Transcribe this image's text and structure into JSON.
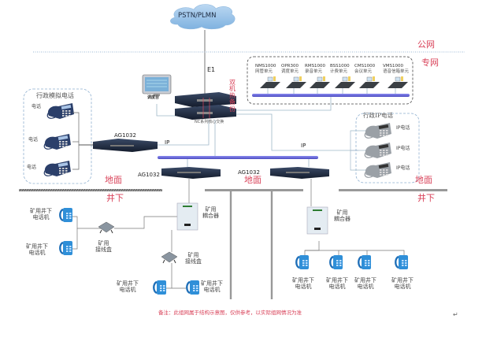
{
  "cloud": {
    "label": "PSTN/PLMN"
  },
  "links": {
    "e1": "E1",
    "ip_left": "IP",
    "ip_right": "IP"
  },
  "zones": {
    "public_net": "公网",
    "private_net": "专网",
    "ground_left": "地面",
    "ground_center": "地面",
    "ground_right": "地面",
    "underground_left": "井下",
    "underground_right": "井下"
  },
  "private_units": [
    {
      "model": "NMS1000",
      "name": "网管单元"
    },
    {
      "model": "OPR300",
      "name": "调度单元"
    },
    {
      "model": "RMS1000",
      "name": "录音单元"
    },
    {
      "model": "BSS1000",
      "name": "计费单元"
    },
    {
      "model": "CMS1000",
      "name": "会议单元"
    },
    {
      "model": "VMS1000",
      "name": "语音信箱单元"
    }
  ],
  "core": {
    "dispatch_console": "调度台",
    "switch_label": "NC系列核心交换",
    "backup_label": "双机热备份"
  },
  "admin_analog": {
    "title": "行政模拟电话",
    "phones": [
      "电话",
      "电话",
      "电话"
    ]
  },
  "admin_ip": {
    "title": "行政IP电话",
    "phones": [
      "IP电话",
      "IP电话",
      "IP电话"
    ]
  },
  "gateways": {
    "ag_left": "AG1032",
    "ag_bottom_left": "AG1032",
    "ag_center": "AG1032"
  },
  "underground": {
    "junction_box_1": "矿用\n接线盒",
    "junction_box_2": "矿用\n接线盒",
    "coupler_1": "矿用\n耦合器",
    "coupler_2": "矿用\n耦合器",
    "mine_phone_label": "矿用井下\n电话机",
    "left_phones": [
      "矿用井下\n电话机",
      "矿用井下\n电话机"
    ],
    "mid_phones": [
      "矿用井下\n电话机",
      "矿用井下\n电话机"
    ],
    "right_phones": [
      "矿用井下\n电话机",
      "矿用井下\n电话机",
      "矿用井下\n电话机",
      "矿用井下\n电话机"
    ]
  },
  "note": "备注：此组网属于结构示意图，仅供参考，以实际组网情况为准",
  "colors": {
    "accent_red": "#d9435a",
    "bus_blue": "#6a6ad8",
    "line_blue": "#9fb6c8",
    "dash_blue": "#8fb0d0",
    "mine_phone": "#2f8fd8"
  }
}
